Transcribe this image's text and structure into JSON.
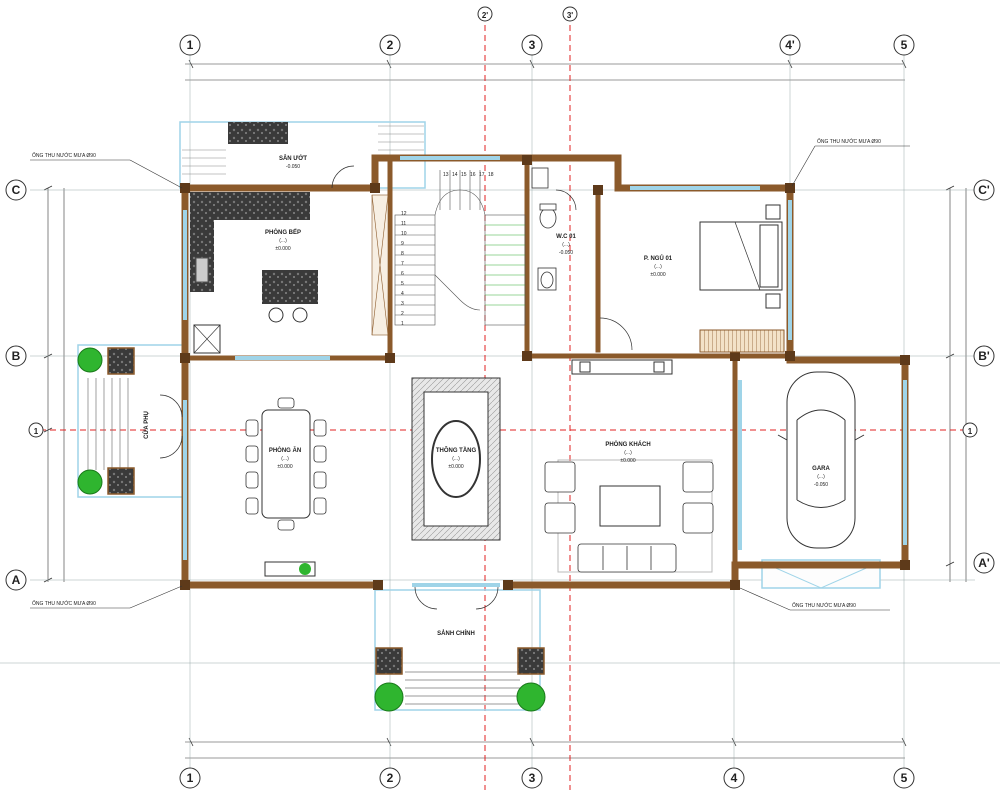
{
  "axes": {
    "numbered": [
      "1",
      "2",
      "2'",
      "3",
      "3'",
      "4'",
      "4",
      "5"
    ],
    "lettered": [
      "A",
      "A'",
      "B",
      "B'",
      "C",
      "C'",
      "1"
    ]
  },
  "rooms": {
    "san_uot": {
      "name": "SÂN ƯỚT",
      "level": "-0.050"
    },
    "bep": {
      "name": "PHÒNG BẾP",
      "area": "(...)",
      "level": "±0.000"
    },
    "wc": {
      "name": "W.C 01",
      "area": "(...)",
      "level": "-0.050"
    },
    "ngu": {
      "name": "P. NGỦ 01",
      "area": "(...)",
      "level": "±0.000"
    },
    "an": {
      "name": "PHÒNG ĂN",
      "area": "(...)",
      "level": "±0.000"
    },
    "thong_tang": {
      "name": "THÔNG TẦNG",
      "area": "(...)",
      "level": "±0.000"
    },
    "khach": {
      "name": "PHÒNG KHÁCH",
      "area": "(...)",
      "level": "±0.000"
    },
    "gara": {
      "name": "GARA",
      "area": "(...)",
      "level": "-0.050"
    },
    "sanh": {
      "name": "SẢNH CHÍNH"
    },
    "cua_phu": {
      "name": "CỬA PHỤ"
    }
  },
  "notes": {
    "pipe": "ỐNG THU NƯỚC MƯA Ø90"
  },
  "stair_numbers": [
    "1",
    "2",
    "3",
    "4",
    "5",
    "6",
    "7",
    "8",
    "9",
    "10",
    "11",
    "12",
    "13",
    "14",
    "15",
    "16",
    "17",
    "18"
  ],
  "colors": {
    "wall": "#8b5a2b",
    "wall_dark": "#5e3a1a",
    "glass": "#9fd4e8",
    "axis_red": "#e02020",
    "dim_line": "#333333",
    "stone": "#3a3a3a",
    "green": "#2fb52f",
    "furniture": "#6a5acd"
  }
}
